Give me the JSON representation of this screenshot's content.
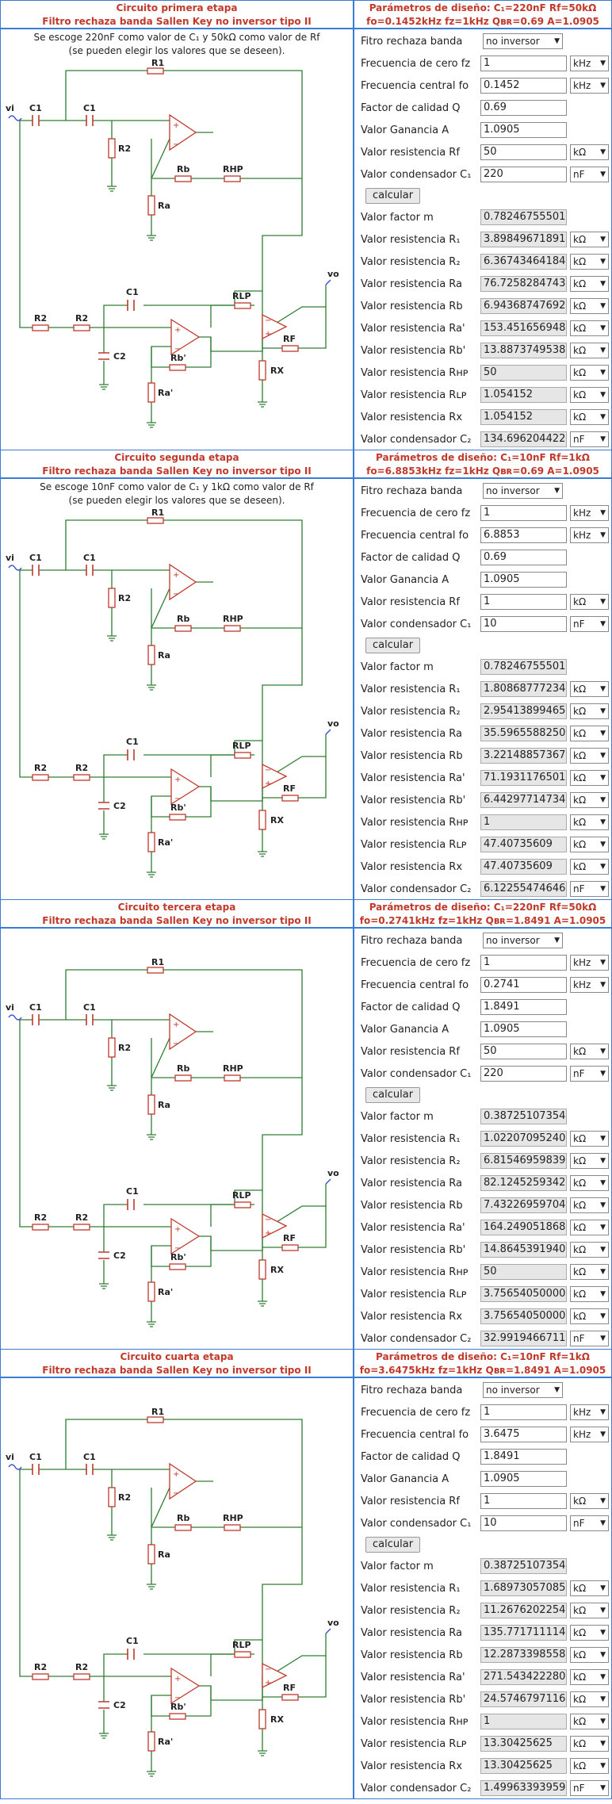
{
  "units": {
    "freq": "kHz",
    "res": "kΩ",
    "cap": "nF"
  },
  "labels": {
    "filter_type": "Fitro rechaza banda",
    "f_zero": "Frecuencia de cero fz",
    "f_center": "Frecuencia central fo",
    "q": "Factor de calidad Q",
    "gain": "Valor Ganancia A",
    "rf": "Valor resistencia Rf",
    "c1": "Valor condensador C₁",
    "calc": "calcular",
    "m": "Valor factor m",
    "r1": "Valor resistencia R₁",
    "r2": "Valor resistencia R₂",
    "ra": "Valor resistencia Ra",
    "rb": "Valor resistencia Rb",
    "ra2": "Valor resistencia Ra'",
    "rb2": "Valor resistencia Rb'",
    "rhp": "Valor resistencia Rʜᴘ",
    "rlp": "Valor resistencia Rʟᴘ",
    "rx": "Valor resistencia Rx",
    "c2": "Valor condensador C₂"
  },
  "circuit_labels": {
    "r1": "R1",
    "c1": "C1",
    "r2": "R2",
    "rb": "Rb",
    "rhp": "RHP",
    "ra": "Ra",
    "rlp": "RLP",
    "vo": "vo",
    "vi": "vi",
    "rf": "RF",
    "rx": "RX",
    "c2": "C2",
    "rb2": "Rb'",
    "ra2": "Ra'"
  },
  "stages": [
    {
      "title": "Circuito primera etapa",
      "subtitle": "Filtro rechaza banda Sallen Key no inversor tipo II",
      "params_line1": "Parámetros de diseño: C₁=220nF  Rf=50kΩ",
      "params_line2": "fo=0.1452kHz fz=1kHz Qʙʀ=0.69 A=1.0905",
      "note1": "Se escoge 220nF como valor de C₁ y 50kΩ como valor de Rf",
      "note2": "(se pueden elegir los valores que se deseen).",
      "filter_type": "no inversor",
      "f_zero": "1",
      "f_center": "0.1452",
      "q": "0.69",
      "gain": "1.0905",
      "rf": "50",
      "c1": "220",
      "m": "0.78246755501",
      "r1": "3.89849671891",
      "r2": "6.36743464184",
      "ra": "76.7258284743",
      "rb": "6.94368747692",
      "ra2": "153.451656948",
      "rb2": "13.8873749538",
      "rhp": "50",
      "rlp": "1.054152",
      "rx": "1.054152",
      "c2": "134.696204422"
    },
    {
      "title": "Circuito segunda etapa",
      "subtitle": "Filtro rechaza banda Sallen Key no inversor tipo II",
      "params_line1": "Parámetros de diseño: C₁=10nF  Rf=1kΩ",
      "params_line2": "fo=6.8853kHz fz=1kHz Qʙʀ=0.69 A=1.0905",
      "note1": "Se escoge 10nF como valor de C₁ y 1kΩ como valor de Rf",
      "note2": "(se pueden elegir los valores que se deseen).",
      "filter_type": "no inversor",
      "f_zero": "1",
      "f_center": "6.8853",
      "q": "0.69",
      "gain": "1.0905",
      "rf": "1",
      "c1": "10",
      "m": "0.78246755501",
      "r1": "1.80868777234",
      "r2": "2.95413899465",
      "ra": "35.5965588250",
      "rb": "3.22148857367",
      "ra2": "71.1931176501",
      "rb2": "6.44297714734",
      "rhp": "1",
      "rlp": "47.40735609",
      "rx": "47.40735609",
      "c2": "6.12255474646"
    },
    {
      "title": "Circuito tercera etapa",
      "subtitle": "Filtro rechaza banda Sallen Key no inversor tipo II",
      "params_line1": "Parámetros de diseño: C₁=220nF  Rf=50kΩ",
      "params_line2": "fo=0.2741kHz fz=1kHz Qʙʀ=1.8491 A=1.0905",
      "note1": "",
      "note2": "",
      "filter_type": "no inversor",
      "f_zero": "1",
      "f_center": "0.2741",
      "q": "1.8491",
      "gain": "1.0905",
      "rf": "50",
      "c1": "220",
      "m": "0.38725107354",
      "r1": "1.02207095240",
      "r2": "6.81546959839",
      "ra": "82.1245259342",
      "rb": "7.43226959704",
      "ra2": "164.249051868",
      "rb2": "14.8645391940",
      "rhp": "50",
      "rlp": "3.756540500000",
      "rx": "3.756540500000",
      "c2": "32.9919466711"
    },
    {
      "title": "Circuito cuarta etapa",
      "subtitle": "Filtro rechaza banda Sallen Key no inversor tipo II",
      "params_line1": "Parámetros de diseño: C₁=10nF  Rf=1kΩ",
      "params_line2": "fo=3.6475kHz fz=1kHz Qʙʀ=1.8491 A=1.0905",
      "note1": "",
      "note2": "",
      "filter_type": "no inversor",
      "f_zero": "1",
      "f_center": "3.6475",
      "q": "1.8491",
      "gain": "1.0905",
      "rf": "1",
      "c1": "10",
      "m": "0.38725107354",
      "r1": "1.68973057085",
      "r2": "11.2676202254",
      "ra": "135.771711114",
      "rb": "12.2873398558",
      "ra2": "271.543422280",
      "rb2": "24.5746797116",
      "rhp": "1",
      "rlp": "13.30425625",
      "rx": "13.30425625",
      "c2": "1.49963393959"
    }
  ]
}
